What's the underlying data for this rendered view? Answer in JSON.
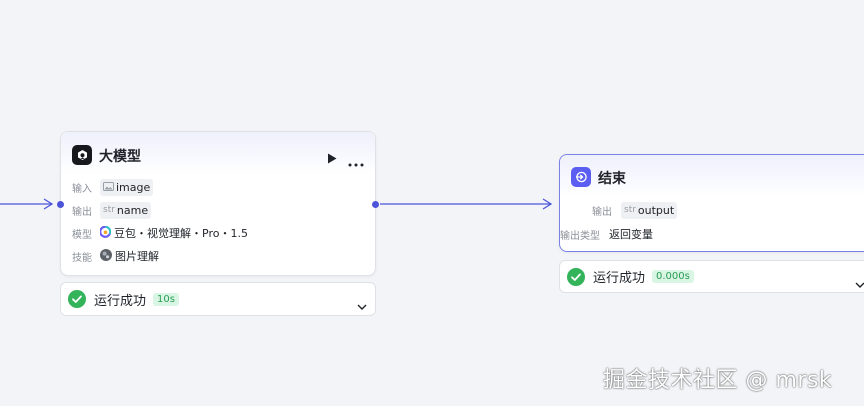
{
  "llm_node": {
    "title": "大模型",
    "rows": {
      "input": {
        "label": "输入",
        "value": "image"
      },
      "output": {
        "label": "输出",
        "type_tag": "str",
        "value": "name"
      },
      "model": {
        "label": "模型",
        "value": "豆包・视觉理解・Pro・1.5"
      },
      "skill": {
        "label": "技能",
        "value": "图片理解"
      }
    },
    "status": {
      "text": "运行成功",
      "time": "10s"
    },
    "icons": [
      "llm-icon",
      "run-icon",
      "more-icon",
      "image-icon",
      "doubao-icon",
      "skill-avatar",
      "success-icon",
      "chevron-down-icon"
    ]
  },
  "end_node": {
    "title": "结束",
    "rows": {
      "output": {
        "label": "输出",
        "type_tag": "str",
        "value": "output"
      },
      "output_type": {
        "label": "输出类型",
        "value": "返回变量"
      }
    },
    "status": {
      "text": "运行成功",
      "time": "0.000s"
    },
    "icons": [
      "end-icon",
      "success-icon",
      "chevron-down-icon"
    ]
  },
  "watermark": "掘金技术社区 @ mrsk",
  "colors": {
    "accent": "#4c55d9",
    "success": "#33b35a",
    "canvas": "#f3f4f7"
  }
}
